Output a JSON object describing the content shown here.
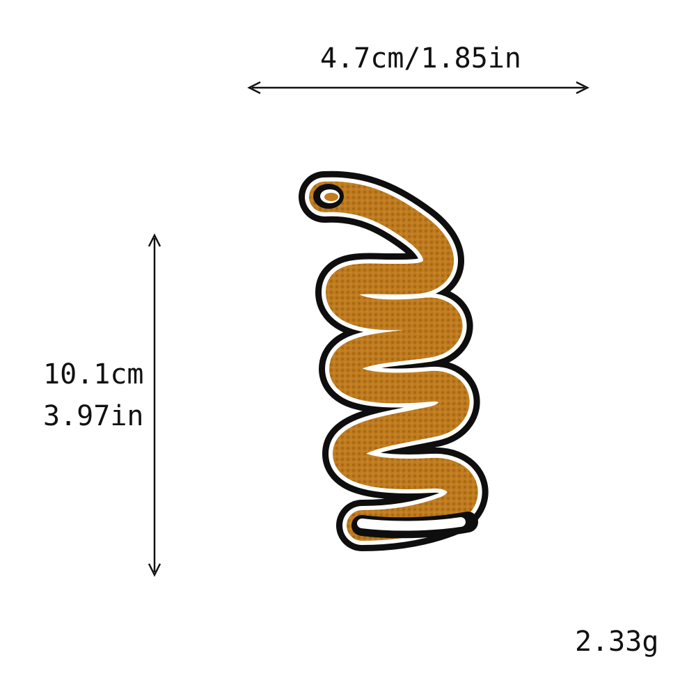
{
  "dimensions": {
    "width_label": "4.7cm/1.85in",
    "height_label_cm": "10.1cm",
    "height_label_in": "3.97in",
    "weight_label": "2.33g"
  },
  "product": {
    "icon": "snake-patch-icon",
    "colors": {
      "body": "#c07c1f",
      "body_shadow": "#8a5412",
      "border_white": "#ffffff",
      "border_black": "#0e0e0e",
      "text": "#111111",
      "background": "#ffffff"
    }
  }
}
